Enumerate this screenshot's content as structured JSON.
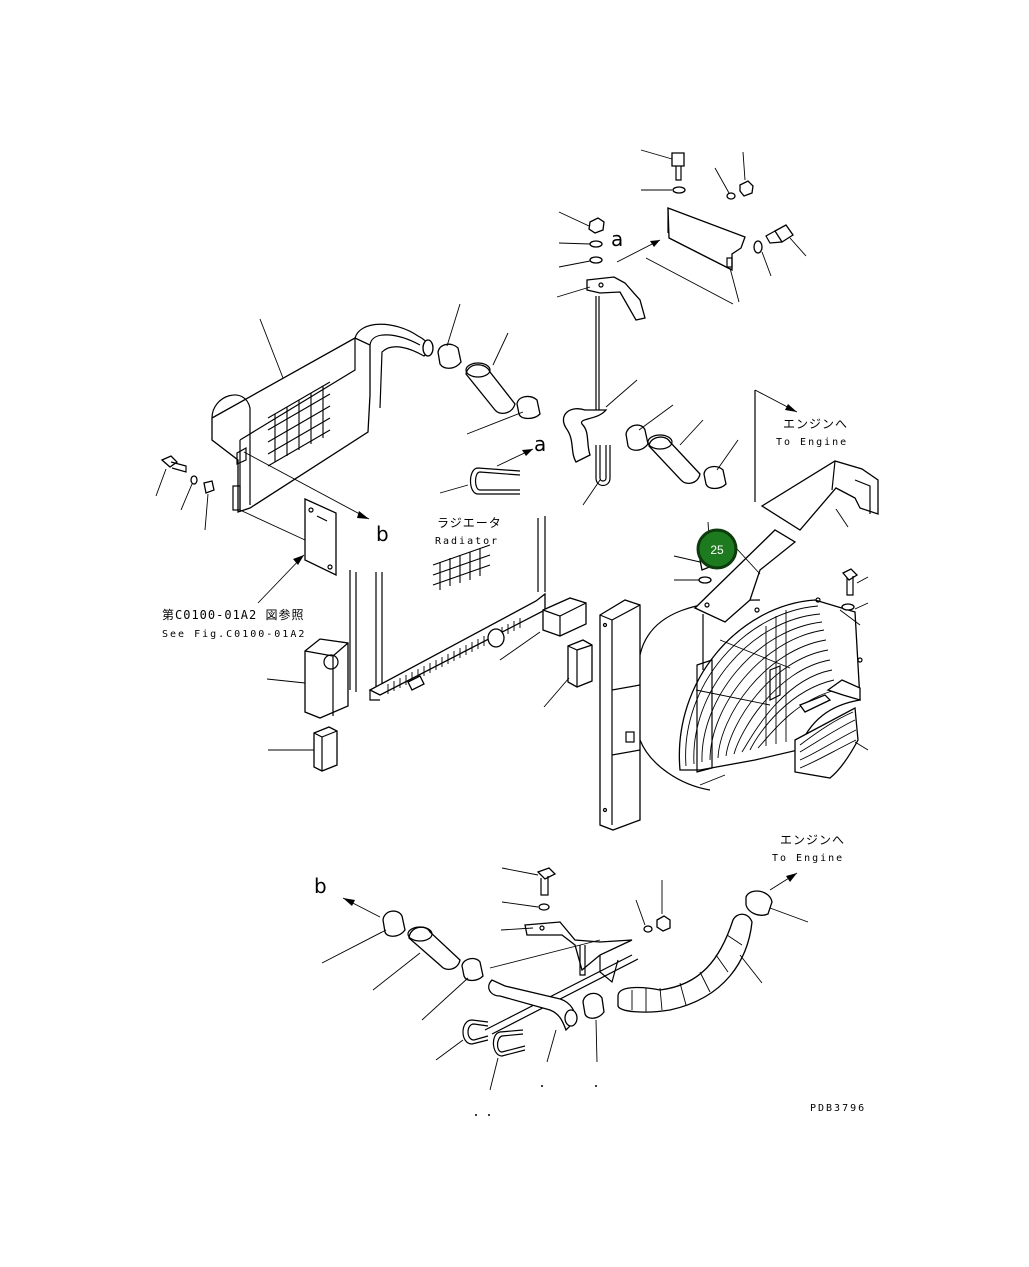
{
  "callouts": {
    "a_top": "a",
    "a_mid": "a",
    "b_mid": "b",
    "b_bottom": "b"
  },
  "labels": {
    "radiator_jp": "ラジエータ",
    "radiator_en": "Radiator",
    "to_engine_jp_top": "エンジンへ",
    "to_engine_en_top": "To Engine",
    "to_engine_jp_bottom": "エンジンへ",
    "to_engine_en_bottom": "To Engine",
    "see_fig_jp": "第C0100-01A2 図参照",
    "see_fig_en": "See Fig.C0100-01A2",
    "drawing_number": "PDB3796"
  },
  "highlight": {
    "part_number": "25",
    "color": "#1e7a1e"
  }
}
